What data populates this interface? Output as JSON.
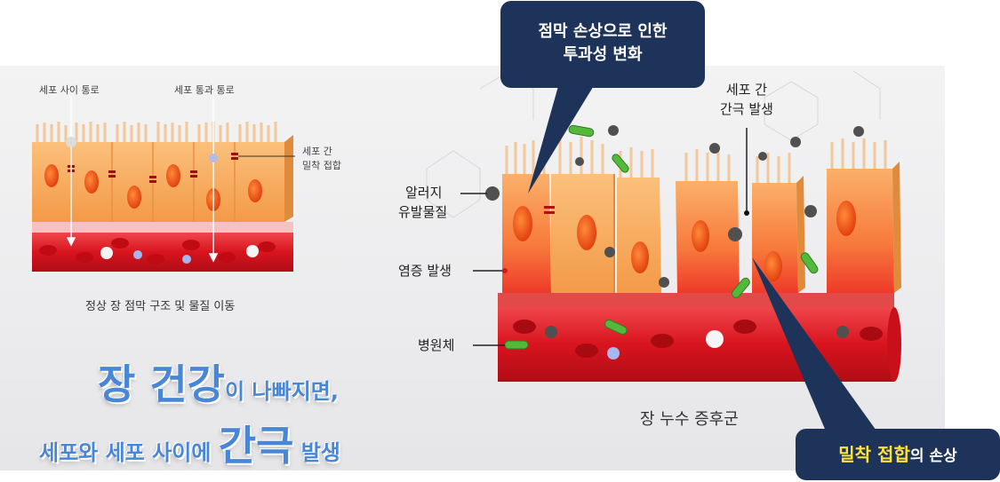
{
  "normal_section": {
    "label_paracellular": "세포 사이 통로",
    "label_transcellular": "세포 통과 통로",
    "label_tight_junction_line1": "세포 간",
    "label_tight_junction_line2": "밀착 접합",
    "caption": "정상 장 점막 구조 및 물질 이동"
  },
  "headline": {
    "line1_big": "장 건강",
    "line1_rest": "이 나빠지면,",
    "line2_start": "세포와 세포 사이에 ",
    "line2_big": "간극",
    "line2_end": " 발생"
  },
  "leaky_section": {
    "label_allergen_line1": "알러지",
    "label_allergen_line2": "유발물질",
    "label_inflammation": "염증 발생",
    "label_pathogen": "병원체",
    "label_gap_line1": "세포 간",
    "label_gap_line2": "간극 발생",
    "caption": "장 누수 증후군"
  },
  "callouts": {
    "top_line1": "점막 손상으로 인한",
    "top_line2": "투과성 변화",
    "bottom_highlight": "밀착 접합",
    "bottom_rest": "의 손상"
  },
  "colors": {
    "callout_bg": "#1d3359",
    "highlight": "#ffe33a",
    "headline": "#4a86d6",
    "cell": "#f7a65a",
    "vessel": "#d8141e"
  }
}
